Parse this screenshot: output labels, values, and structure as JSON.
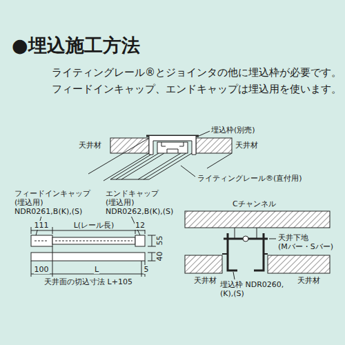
{
  "diagram": {
    "title": "●埋込施工方法",
    "labels": [
      "ライティングレール®とジョインタの他に埋込枠が必要です。",
      "フィードインキャップ、エンドキャップは埋込用を使います。",
      "埋込枠(別売)",
      "天井材",
      "天井材",
      "ライティングレール®(直付用)",
      "フィードインキャップ (埋込用) NDR0261,B(K),(S)",
      "エンドキャップ (埋込用) NDR0262,B(K),(S)",
      "111",
      "L(レール長)",
      "12",
      "55",
      "40",
      "100",
      "L",
      "5",
      "天井面の切込寸法 L+105",
      "Cチャンネル",
      "天井下地 (Mバー・Sバー)",
      "天井材",
      "天井材",
      "埋込枠 NDR0260,(K),(S)"
    ]
  }
}
